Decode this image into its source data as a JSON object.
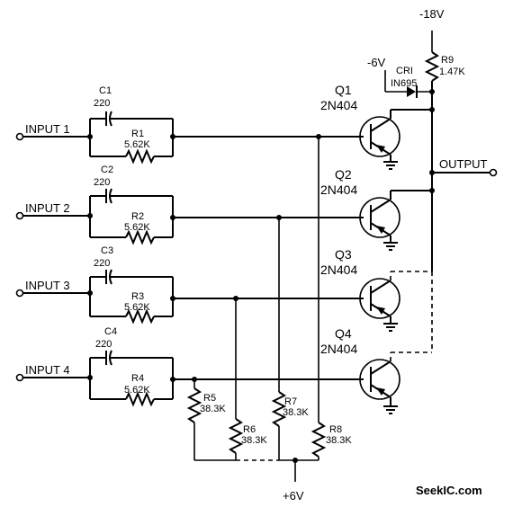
{
  "supply": {
    "neg18": "-18V",
    "neg6": "-6V",
    "pos6": "+6V"
  },
  "inputs": [
    {
      "label": "INPUT 1",
      "cap": "C1",
      "cap_val": "220",
      "res": "R1",
      "res_val": "5.62K"
    },
    {
      "label": "INPUT 2",
      "cap": "C2",
      "cap_val": "220",
      "res": "R2",
      "res_val": "5.62K"
    },
    {
      "label": "INPUT 3",
      "cap": "C3",
      "cap_val": "220",
      "res": "R3",
      "res_val": "5.62K"
    },
    {
      "label": "INPUT 4",
      "cap": "C4",
      "cap_val": "220",
      "res": "R4",
      "res_val": "5.62K"
    }
  ],
  "transistors": [
    {
      "name": "Q1",
      "type": "2N404"
    },
    {
      "name": "Q2",
      "type": "2N404"
    },
    {
      "name": "Q3",
      "type": "2N404"
    },
    {
      "name": "Q4",
      "type": "2N404"
    }
  ],
  "bias_resistors": [
    {
      "name": "R5",
      "value": "38.3K"
    },
    {
      "name": "R6",
      "value": "38.3K"
    },
    {
      "name": "R7",
      "value": "38.3K"
    },
    {
      "name": "R8",
      "value": "38.3K"
    }
  ],
  "load": {
    "name": "R9",
    "value": "1.47K"
  },
  "diode": {
    "name": "CRI",
    "type": "IN695"
  },
  "output_label": "OUTPUT",
  "watermark": "SeekIC.com"
}
